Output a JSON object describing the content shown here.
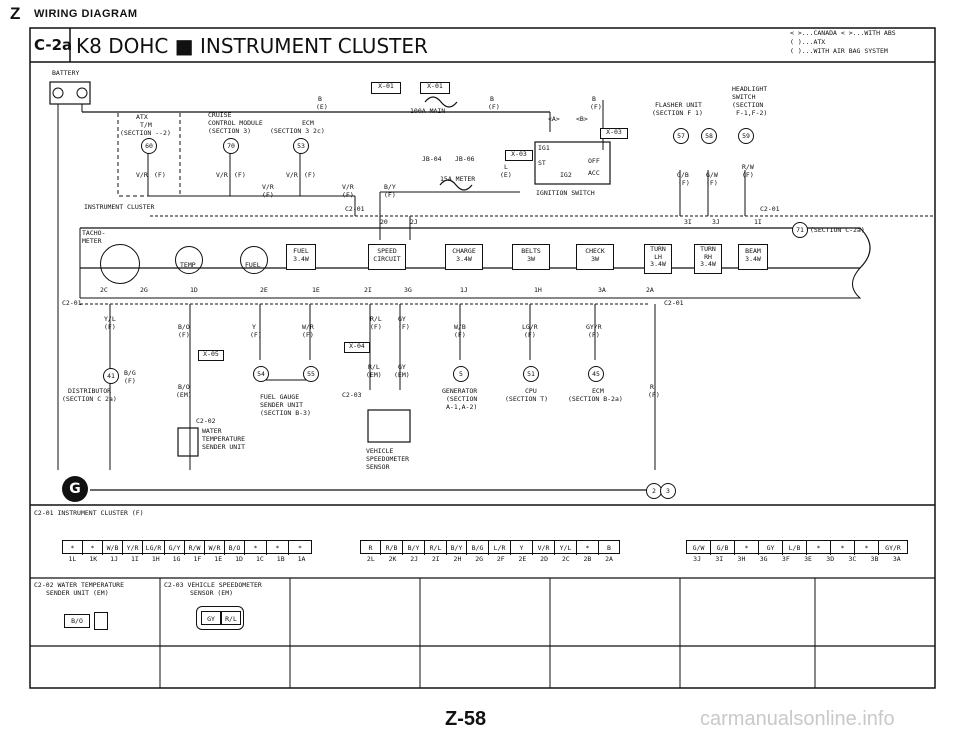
{
  "header": {
    "section": "Z",
    "heading": "WIRING DIAGRAM",
    "tag": "C-2a",
    "title": "K8 DOHC ■ INSTRUMENT CLUSTER",
    "legend": [
      "< >...CANADA  < >...WITH ABS",
      "( )...ATX",
      "( )...WITH AIR BAG SYSTEM"
    ]
  },
  "labels": {
    "battery": "BATTERY",
    "atx": "ATX",
    "atx_sub": "T/M",
    "atx_section": "(SECTION --2)",
    "cruise1": "CRUISE",
    "cruise2": "CONTROL MODULE",
    "cruise3": "(SECTION 3)",
    "ecm": "ECM",
    "ecm_sec": "(SECTION 3 2c)",
    "conn_x01a": "X-01",
    "conn_x01b": "X-01",
    "fuse_main": "100A MAIN",
    "fuse_meter": "15A METER",
    "jb04": "JB-04",
    "jb06": "JB-06",
    "x03": "X-03",
    "x03b": "X-03",
    "canada_a": "<A>",
    "canada_b": "<B>",
    "ig1": "IG1",
    "ig2": "IG2",
    "st": "ST",
    "off": "OFF",
    "acc": "ACC",
    "ign_switch": "IGNITION SWITCH",
    "flasher1": "FLASHER UNIT",
    "flasher2": "(SECTION F 1)",
    "headlight1": "HEADLIGHT",
    "headlight2": "SWITCH",
    "headlight3": "(SECTION",
    "headlight4": "F-1,F-2)",
    "instrument_cluster": "INSTRUMENT CLUSTER",
    "c201": "C2-01",
    "c201b": "C2-01",
    "c201c": "C2-01",
    "c201d": "C2-01",
    "tacho1": "TACHO-",
    "tacho2": "METER",
    "temp": "TEMP",
    "fuel_g": "FUEL",
    "fuel_lamp1": "FUEL",
    "fuel_lamp2": "3.4W",
    "speed1": "SPEED",
    "speed2": "CIRCUIT",
    "charge1": "CHARGE",
    "charge2": "3.4W",
    "belts1": "BELTS",
    "belts2": "3W",
    "check1": "CHECK",
    "check2": "3W",
    "turnlh1": "TURN",
    "turnlh2": "LH",
    "turnlh3": "3.4W",
    "turnrh1": "TURN",
    "turnrh2": "RH",
    "turnrh3": "3.4W",
    "beam1": "BEAM",
    "beam2": "3.4W",
    "sec_c2a": "(SECTION C-2a)",
    "distributor1": "DISTRIBUTOR",
    "distributor2": "(SECTION C 2a)",
    "fuelgauge1": "FUEL GAUGE",
    "fuelgauge2": "SENDER UNIT",
    "fuelgauge3": "(SECTION B-3)",
    "c202": "C2-02",
    "water1": "WATER",
    "water2": "TEMPERATURE",
    "water3": "SENDER UNIT",
    "x05": "X-05",
    "x04": "X-04",
    "c203": "C2-03",
    "vss1": "VEHICLE",
    "vss2": "SPEEDOMETER",
    "vss3": "SENSOR",
    "gen1": "GENERATOR",
    "gen2": "(SECTION",
    "gen3": "A-1,A-2)",
    "cpu1": "CPU",
    "cpu2": "(SECTION T)",
    "ecm2a": "ECM",
    "ecm2b": "(SECTION B-2a)",
    "ground": "G"
  },
  "pins_top": [
    "20",
    "2J",
    "3I",
    "3J",
    "1I"
  ],
  "pins_bottom": [
    "2C",
    "2G",
    "1D",
    "2E",
    "1E",
    "2I",
    "3G",
    "1J",
    "1H",
    "3A",
    "2A"
  ],
  "wire_colors": {
    "b_e": "B",
    "b_e2": "(E)",
    "b_f": "B",
    "b_f2": "(F)",
    "b_f3": "B",
    "b_f4": "(F)",
    "vr_f": "V/R",
    "vr_f2": "(F)",
    "vr_f3": "V/R",
    "vr_f4": "(F)",
    "vr_f5": "V/R",
    "vr_f6": "(F)",
    "vr_f7": "V/R",
    "vr_f8": "(F)",
    "vr_f9": "V/R",
    "vr_f10": "(F)",
    "by_f": "B/Y",
    "by_f2": "(F)",
    "l_e": "L",
    "l_e2": "(E)",
    "gb_f": "G/B",
    "gb_f2": "(F)",
    "gw_f": "G/W",
    "gw_f2": "(F)",
    "rw_f": "R/W",
    "rw_f2": "(F)",
    "yl_f": "Y/L",
    "yl_f2": "(F)",
    "bo_f": "B/O",
    "bo_f2": "(F)",
    "y_f": "Y",
    "y_f2": "(F)",
    "wr_f": "W/R",
    "wr_f2": "(F)",
    "rl_f": "R/L",
    "rl_f2": "(F)",
    "gy_f": "GY",
    "gy_f2": "(F)",
    "wb_f": "W/B",
    "wb_f2": "(F)",
    "lgr_f": "LG/R",
    "lgr_f2": "(F)",
    "gyr_f": "GY/R",
    "gyr_f2": "(F)",
    "bg_f": "B/G",
    "bg_f2": "(F)",
    "bo_em": "B/O",
    "bo_em2": "(EM)",
    "rl_em": "R/L",
    "rl_em2": "(EM)",
    "gy_em": "GY",
    "gy_em2": "(EM)",
    "r_f": "R",
    "r_f2": "(F)"
  },
  "circles": [
    "60",
    "70",
    "53",
    "57",
    "58",
    "59",
    "71",
    "41",
    "54",
    "55",
    "5",
    "51",
    "45",
    "2",
    "3"
  ],
  "connector_tables": {
    "c201_title": "C2-01 INSTRUMENT CLUSTER (F)",
    "block1_cells": [
      "*",
      "*",
      "W/B",
      "Y/R",
      "LG/R",
      "G/Y",
      "R/W",
      "W/R",
      "B/O",
      "*",
      "*",
      "*"
    ],
    "block1_pins": [
      "1L",
      "1K",
      "1J",
      "1I",
      "1H",
      "1G",
      "1F",
      "1E",
      "1D",
      "1C",
      "1B",
      "1A"
    ],
    "block2_cells": [
      "R",
      "R/B",
      "B/Y",
      "R/L",
      "B/Y",
      "B/G",
      "L/R",
      "Y",
      "V/R",
      "Y/L",
      "*",
      "B"
    ],
    "block2_pins": [
      "2L",
      "2K",
      "2J",
      "2I",
      "2H",
      "2G",
      "2F",
      "2E",
      "2D",
      "2C",
      "2B",
      "2A"
    ],
    "block3_cells": [
      "G/W",
      "G/B",
      "*",
      "GY",
      "L/B",
      "*",
      "*",
      "*",
      "GY/R"
    ],
    "block3_pins": [
      "3J",
      "3I",
      "3H",
      "3G",
      "3F",
      "3E",
      "3D",
      "3C",
      "3B",
      "3A"
    ],
    "c202_title1": "C2-02 WATER TEMPERATURE",
    "c202_title2": "SENDER UNIT (EM)",
    "c202_cell": "B/O",
    "c203_title1": "C2-03 VEHICLE SPEEDOMETER",
    "c203_title2": "SENSOR (EM)",
    "c203_cells": [
      "GY",
      "R/L"
    ]
  },
  "footer": {
    "page": "Z-58",
    "watermark": "carmanualsonline.info"
  }
}
